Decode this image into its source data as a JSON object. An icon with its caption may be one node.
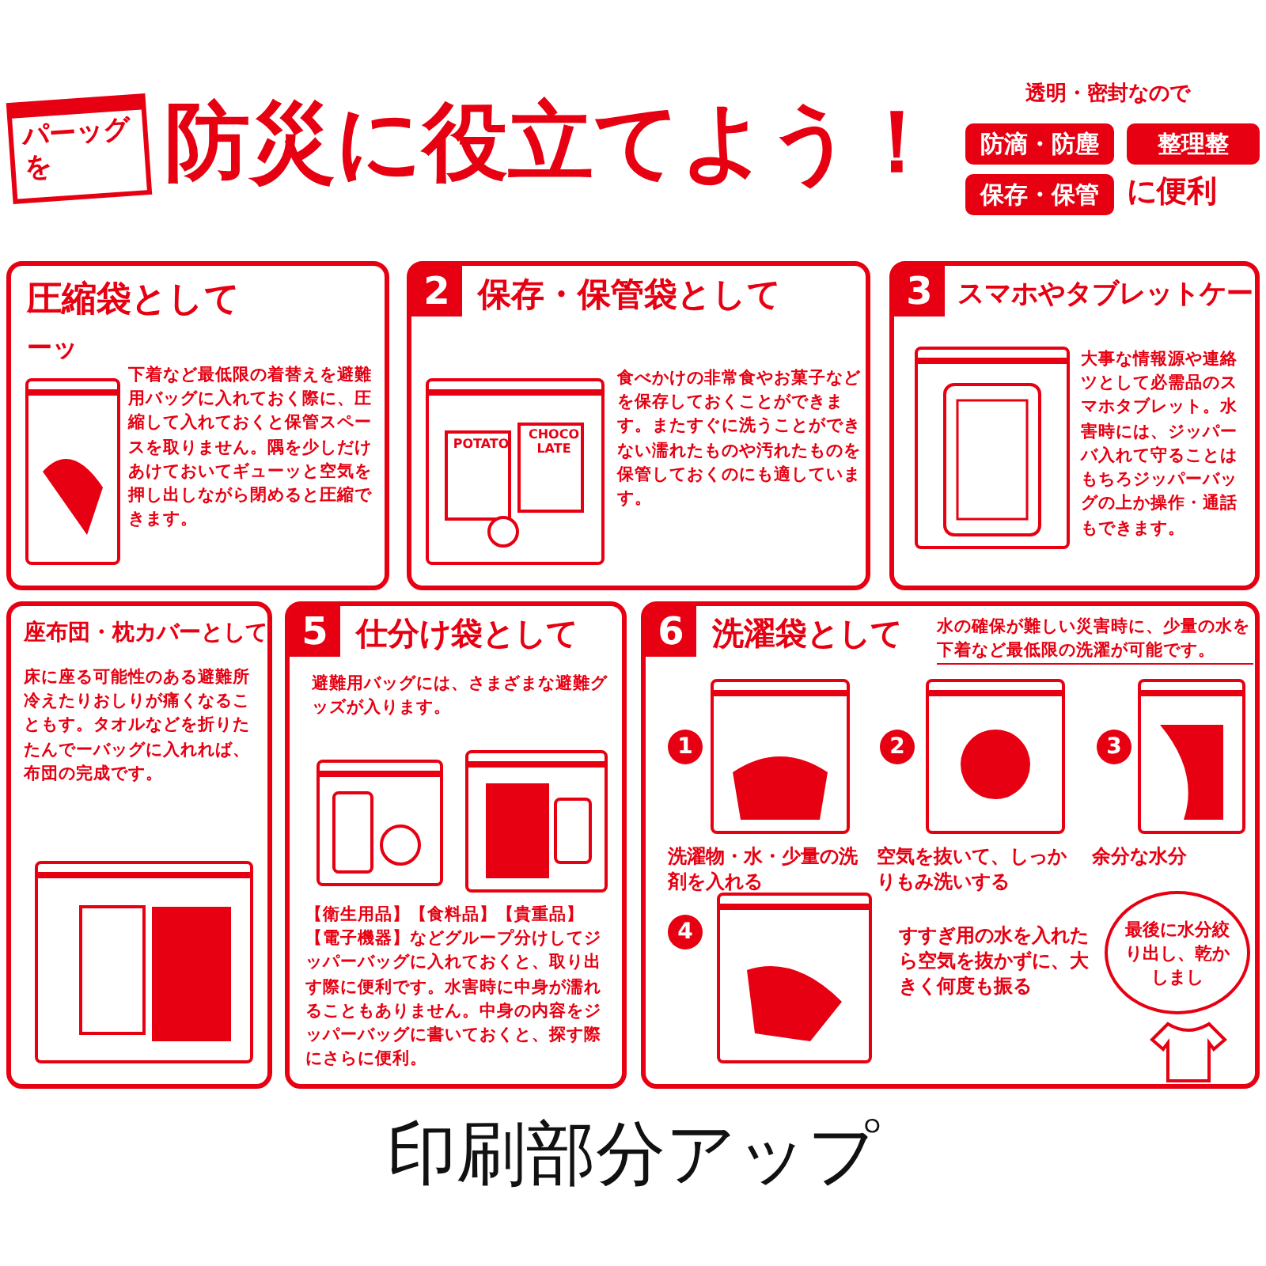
{
  "diagram": {
    "title": "防災に役立てよう！",
    "caption": "印刷部分アップ",
    "nodes": [
      {
        "text": [
          "パーッグを"
        ]
      },
      {
        "text": [
          "防滴・防塵"
        ]
      },
      {
        "text": [
          "整理整"
        ]
      },
      {
        "text": [
          "保存・保管"
        ]
      },
      {
        "text": [
          "圧縮袋として",
          "下着など最低限の着替えを避難用バッグに入れておく際に、圧縮して入れておくと保管スペースを取りません。隅を少しだけあけておいてギューッと空気を押し出しながら閉めると圧縮できます。"
        ]
      },
      {
        "text": [
          "2",
          "保存・保管袋として",
          "食べかけの非常食やお菓子などを保存しておくことができます。またすぐに洗うことができない濡れたものや汚れたものを保管しておくのにも適しています。"
        ]
      },
      {
        "text": [
          "3",
          "スマホやタブレットケー",
          "大事な情報源や連絡ツとして必需品のスマホタブレット。水害時には、ジッパーバ入れて守ることはもちろジッパーバッグの上か操作・通話もできます。"
        ]
      },
      {
        "text": [
          "座布団・枕カバーとして",
          "床に座る可能性のある避難所冷えたりおしりが痛くなることもす。タオルなどを折りたたんでーバッグに入れれば、布団の完成です。"
        ]
      },
      {
        "text": [
          "5",
          "仕分け袋として",
          "避難用バッグには、さまざまな避難グッズが入ります。",
          "【衛生用品】【食料品】【貴重品】【電子機器】などグループ分けしてジッパーバッグに入れておくと、取り出す際に便利です。水害時に中身が濡れることもありません。中身の内容をジッパーバッグに書いておくと、探す際にさらに便利。"
        ]
      },
      {
        "text": [
          "6",
          "洗濯袋として",
          "水の確保が難しい災害時に、少量の水を下着など最低限の洗濯が可能です。"
        ]
      },
      {
        "text": [
          "1"
        ],
        "in": 9
      },
      {
        "text": [
          "2"
        ],
        "in": 9
      },
      {
        "text": [
          "3"
        ],
        "in": 9
      },
      {
        "text": [
          "4"
        ],
        "in": 9
      },
      {
        "text": [
          "最後に水分絞り出し、乾かしまし"
        ],
        "in": 9
      }
    ],
    "edges": [],
    "labels": [
      "透明・密封なので",
      "に便利",
      "ーッ",
      "POTATO",
      "CHOCO LATE",
      "洗濯物・水・少量の洗剤を入れる",
      "空気を抜いて、しっかりもみ洗いする",
      "余分な水分",
      "すすぎ用の水を入れたら空気を抜かずに、大きく何度も振る"
    ]
  }
}
